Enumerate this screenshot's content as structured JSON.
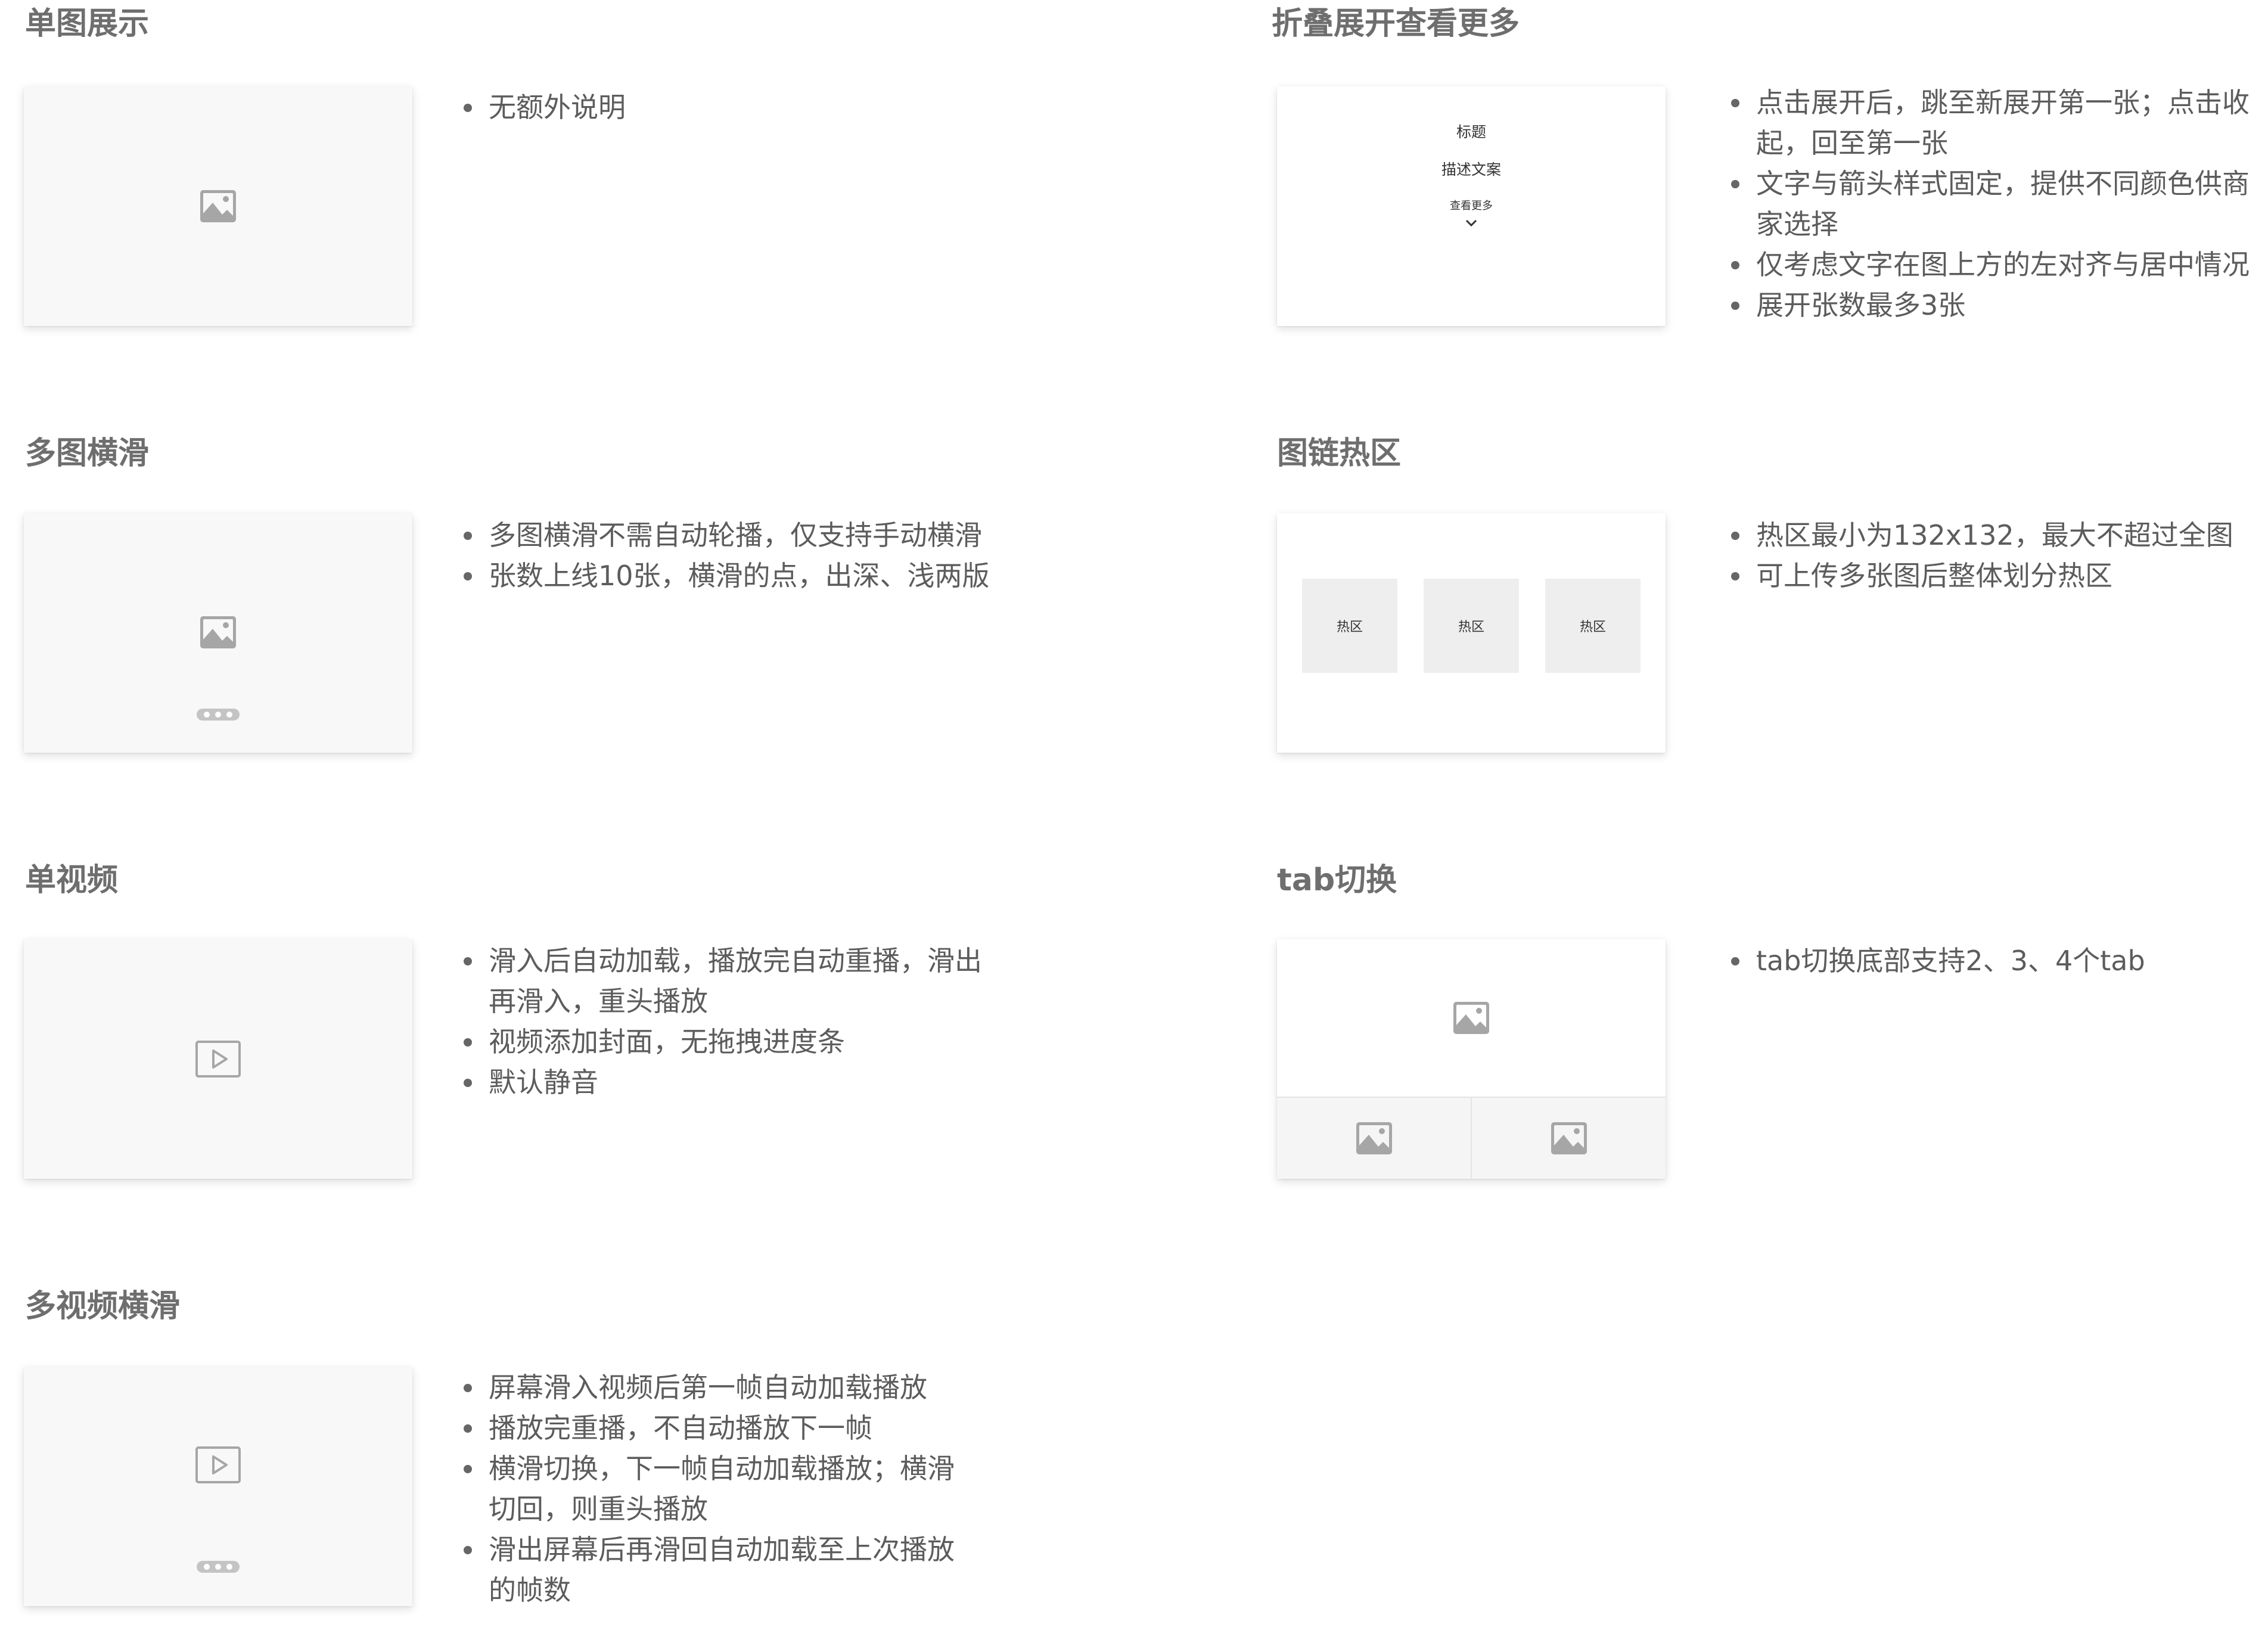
{
  "colors": {
    "card_bg": "#f8f8f8",
    "title": "#6e6e6e",
    "note_text": "#5c5c5c",
    "icon": "#a6a6a6"
  },
  "sections": {
    "single_image": {
      "title": "单图展示",
      "card_icon": "image-icon",
      "notes": [
        "无额外说明"
      ]
    },
    "fold": {
      "title": "折叠展开查看更多",
      "card": {
        "heading": "标题",
        "desc": "描述文案",
        "more": "查看更多",
        "icon": "chevron-down-icon"
      },
      "notes": [
        "点击展开后，跳至新展开第一张；点击收起，回至第一张",
        "文字与箭头样式固定，提供不同颜色供商家选择",
        "仅考虑文字在图上方的左对齐与居中情况",
        "展开张数最多3张"
      ]
    },
    "multi_image": {
      "title": "多图横滑",
      "card_icon": "image-icon",
      "notes": [
        "多图横滑不需自动轮播，仅支持手动横滑",
        "张数上线10张，横滑的点，出深、浅两版"
      ]
    },
    "hotspot": {
      "title": "图链热区",
      "card": {
        "zones": [
          "热区",
          "热区",
          "热区"
        ]
      },
      "notes": [
        "热区最小为132x132，最大不超过全图",
        "可上传多张图后整体划分热区"
      ]
    },
    "single_video": {
      "title": "单视频",
      "card_icon": "play-icon",
      "notes": [
        "滑入后自动加载，播放完自动重播，滑出再滑入，重头播放",
        "视频添加封面，无拖拽进度条",
        "默认静音"
      ]
    },
    "tab_switch": {
      "title": "tab切换",
      "card_icon": "image-icon",
      "notes": [
        "tab切换底部支持2、3、4个tab"
      ]
    },
    "multi_video": {
      "title": "多视频横滑",
      "card_icon": "play-icon",
      "notes": [
        "屏幕滑入视频后第一帧自动加载播放",
        "播放完重播，不自动播放下一帧",
        "横滑切换，下一帧自动加载播放；横滑切回，则重头播放",
        "滑出屏幕后再滑回自动加载至上次播放的帧数"
      ]
    }
  }
}
